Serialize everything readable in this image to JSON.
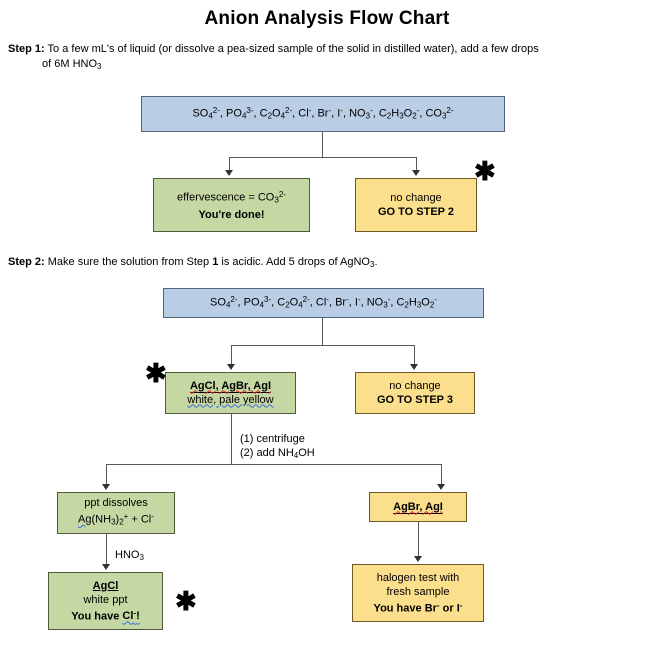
{
  "page": {
    "title": "Anion Analysis Flow Chart"
  },
  "steps": [
    {
      "label": "Step 1:",
      "line1": "To a few mL's of liquid (or dissolve a pea-sized sample of the solid in distilled water), add a few drops",
      "line2": "of 6M HNO3"
    },
    {
      "label": "Step 2:",
      "line1_a": "Make sure the solution from Step ",
      "line1_bold": "1",
      "line1_b": " is acidic. Add 5 drops of AgNO3."
    }
  ],
  "boxes": {
    "anions_full": {
      "color": "#b9cde5",
      "text": "SO4 2-, PO4 3-, C2O4 2-, Cl-, Br-, I-, NO3-, C2H3O2-, CO3 2-"
    },
    "effervescence": {
      "color": "#c5d8a4",
      "line1": "effervescence = CO3 2-",
      "line2": "You're done!"
    },
    "no_change_step2": {
      "color": "#fbdf8d",
      "line1": "no change",
      "line2": "GO TO STEP 2"
    },
    "anions_reduced": {
      "color": "#b9cde5",
      "text": "SO4 2-, PO4 3-, C2O4 2-, Cl-, Br-, I-, NO3-, C2H3O2-"
    },
    "silver_halides": {
      "color": "#c5d8a4",
      "line1": "AgCl, AgBr, AgI",
      "line2": "white, pale yellow"
    },
    "no_change_step3": {
      "color": "#fbdf8d",
      "line1": "no change",
      "line2": "GO TO STEP 3"
    },
    "ppt_dissolves": {
      "color": "#c5d8a4",
      "line1": "ppt dissolves",
      "line2": "Ag(NH3)2+ + Cl-"
    },
    "agbr_agi": {
      "color": "#fbdf8d",
      "line1": "AgBr, AgI"
    },
    "agcl_result": {
      "color": "#c5d8a4",
      "line1": "AgCl",
      "line2": "white ppt",
      "line3": "You have Cl-!"
    },
    "halogen_test": {
      "color": "#fbdf8d",
      "line1": "halogen test with",
      "line2": "fresh sample",
      "line3": "You have Br- or I-"
    }
  },
  "edge_labels": {
    "centrifuge_1": "(1) centrifuge",
    "centrifuge_2": "(2) add NH4OH",
    "hno3": "HNO3"
  },
  "cursors": [
    {
      "name": "star-cursor-top",
      "glyph": "✱"
    },
    {
      "name": "star-cursor-mid",
      "glyph": "✱"
    },
    {
      "name": "star-cursor-bottom",
      "glyph": "✱"
    }
  ]
}
